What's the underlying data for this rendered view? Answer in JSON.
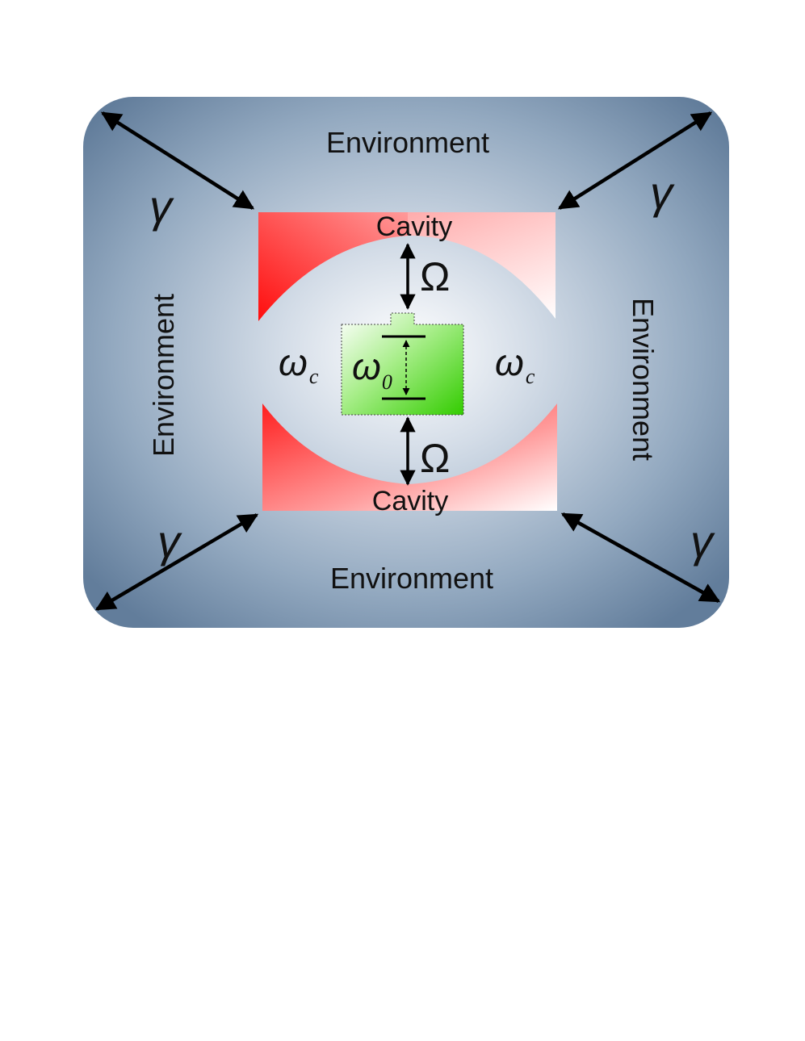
{
  "labels": {
    "environment_top": "Environment",
    "environment_bottom": "Environment",
    "environment_left": "Environment",
    "environment_right": "Environment",
    "cavity_top": "Cavity",
    "cavity_bottom": "Cavity",
    "coupling_top": "Ω",
    "coupling_bottom": "Ω",
    "decay_tl": "γ",
    "decay_tr": "γ",
    "decay_bl": "γ",
    "decay_br": "γ",
    "cavity_freq_left": "ω",
    "cavity_freq_left_sub": "c",
    "cavity_freq_right": "ω",
    "cavity_freq_right_sub": "c",
    "atom_freq": "ω",
    "atom_freq_sub": "0"
  },
  "colors": {
    "environment_edge": "#6a85a2",
    "environment_center": "#ffffff",
    "cavity_mirror_red": "#ff1a1a",
    "cavity_mirror_light": "#ffffff",
    "atom_green": "#33cc00",
    "atom_light": "#ffffff",
    "arrow": "#000000"
  }
}
